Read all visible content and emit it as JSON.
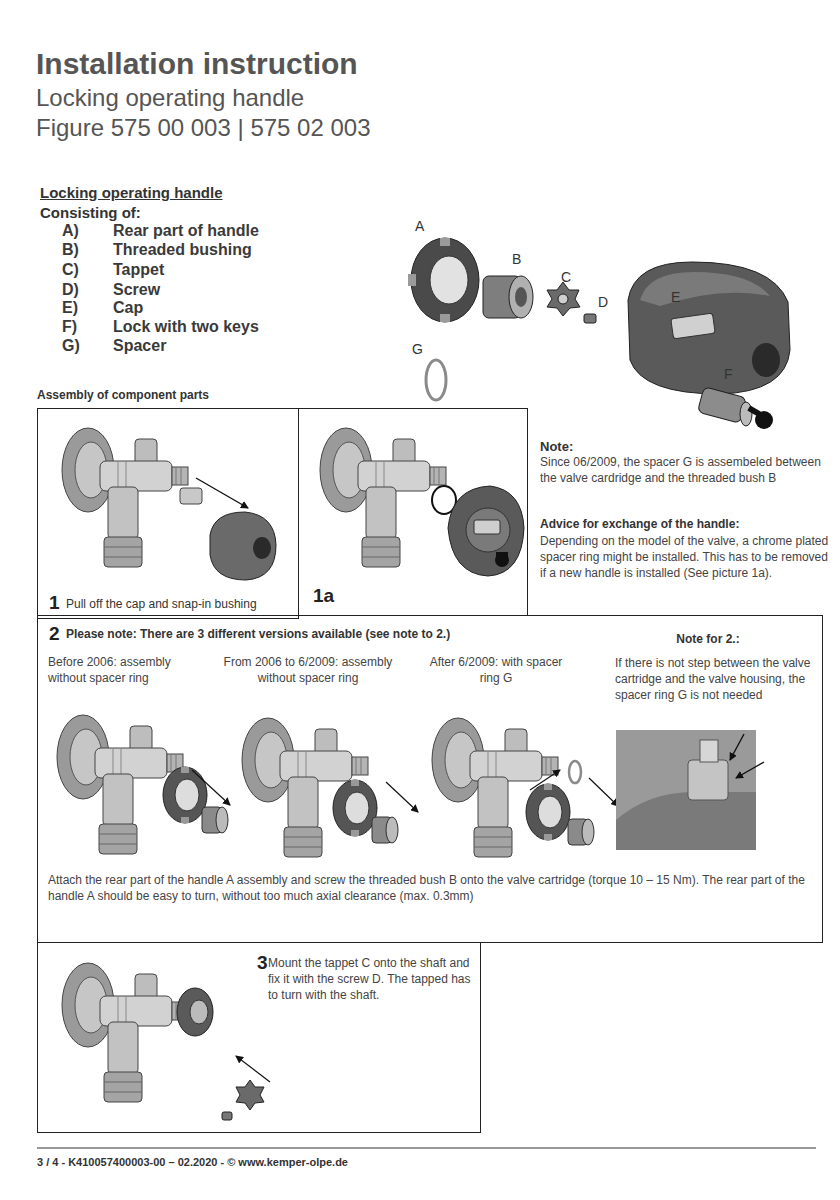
{
  "diagram": {
    "title": "Installation instruction",
    "nodes": [
      {
        "text": [
          "1",
          "Pull off the cap and snap-in bushing"
        ]
      },
      {
        "text": [
          "1a"
        ]
      },
      {
        "text": [
          "2",
          "Please note: There are 3 different versions available (see note to 2.)",
          "Before 2006: assembly without spacer ring",
          "From 2006 to 6/2009: assembly without spacer ring",
          "After 6/2009: with spacer ring G",
          "Note for 2.:",
          "If there is not step between the valve cartridge and the valve housing, the spacer ring G is not needed",
          "Attach the rear part of the handle A assembly and screw the threaded bush B onto the valve cartridge (torque 10 – 15 Nm). The rear part of the handle A should be easy to turn, without too much axial clearance (max. 0.3mm)"
        ]
      },
      {
        "text": [
          "3",
          "Mount the tappet C onto the shaft and fix it with the screw D. The tapped has to turn with the shaft."
        ]
      }
    ],
    "labels": [
      "Locking operating handle",
      "Figure 575 00 003 | 575 02 003",
      "Locking operating handle",
      "Consisting of:",
      "A)",
      "Rear part of handle",
      "B)",
      "Threaded bushing",
      "C)",
      "Tappet",
      "D)",
      "Screw",
      "E)",
      "Cap",
      "F)",
      "Lock with two keys",
      "G)",
      "Spacer",
      "A",
      "B",
      "C",
      "D",
      "E",
      "F",
      "G",
      "Assembly of component parts",
      "Note:",
      "Since 06/2009, the spacer G is assembeled between the valve cardridge and the threaded bush B",
      "Advice for exchange of the handle:",
      "Depending on the model of the valve, a chrome plated spacer ring might be installed. This has to be removed if a new handle is installed (See picture 1a).",
      "3 / 4 - K410057400003-00 – 02.2020 - © www.kemper-olpe.de"
    ]
  }
}
